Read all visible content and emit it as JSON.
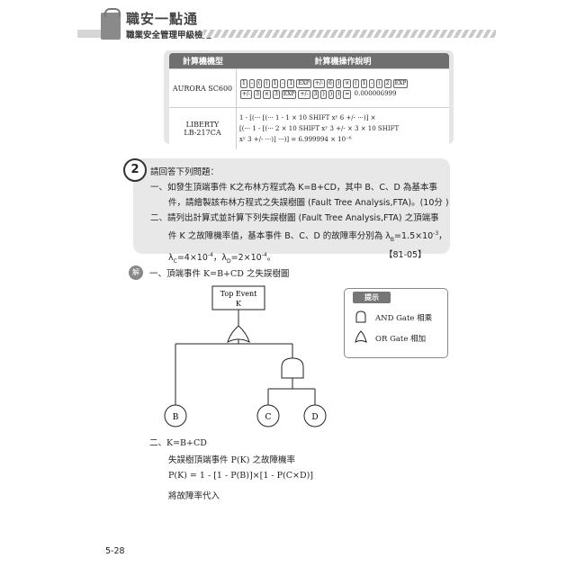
{
  "header": {
    "title": "職安一點通",
    "subtitle": "職業安全管理甲級檢定"
  },
  "calc_table": {
    "headers": [
      "計算機機型",
      "計算機操作說明"
    ],
    "rows": [
      {
        "model": "AURORA SC600",
        "keys_line1": [
          "1",
          "-",
          "(",
          "(",
          "1",
          "-",
          "1",
          "EXP",
          "+/-",
          "6",
          ")",
          "×",
          "(",
          "1",
          "-",
          "(",
          "2",
          "EXP"
        ],
        "keys_line2": [
          "+/-",
          "3",
          "×",
          "3",
          "EXP",
          "+/-",
          "3",
          ")",
          ")",
          ")",
          "="
        ],
        "result": "0.000006999"
      },
      {
        "model_line1": "LIBERTY",
        "model_line2": "LB-217CA",
        "line1": "1 - [(··· [(··· 1 - 1 × 10 SHIFT xʸ 6 +/- ···)] ×",
        "line2": "[(··· 1 - [(··· 2 × 10 SHIFT xʸ 3 +/- × 3 × 10 SHIFT",
        "line3": "xʸ 3 +/- ···)] ···)] =",
        "result": "6.999994 × 10⁻⁶"
      }
    ]
  },
  "question": {
    "number": "2",
    "intro": "請回答下列問題：",
    "q1_line1": "一、如發生頂端事件 K之布林方程式為 K=B+CD，其中 B、C、D 為基本事",
    "q1_line2": "件，請繪製該布林方程式之失誤樹圖 (Fault Tree Analysis,FTA)。(10分 )",
    "q2_line1": "二、請列出計算式並計算下列失誤樹圖 (Fault Tree Analysis,FTA) 之頂端事",
    "q2_line2": "件 K 之故障機率值，基本事件 B、C、D 的故障率分別為 λ",
    "q2_line2_sub": "B",
    "q2_line2_val": "=1.5×10",
    "q2_line2_exp": "-3",
    "q2_line2_end": "，",
    "q2_line3_a": "λ",
    "q2_line3_sub_c": "C",
    "q2_line3_b": "=4×10",
    "q2_line3_exp1": "-4",
    "q2_line3_c": "，λ",
    "q2_line3_sub_d": "D",
    "q2_line3_d": "=2×10",
    "q2_line3_exp2": "-4",
    "q2_line3_e": "。",
    "code": "【81-05】"
  },
  "answer": {
    "icon_label": "解",
    "step1": "一、頂端事件 K=B+CD 之失誤樹圖",
    "top_event_line1": "Top Event",
    "top_event_line2": "K",
    "nodes": [
      "B",
      "C",
      "D"
    ],
    "tip_label": "提示",
    "tip_and": "AND Gate  相乘",
    "tip_or": "OR Gate  相加",
    "step2": "二、K=B+CD",
    "calc_line1": "失誤樹頂端事件 P(K) 之故障機率",
    "calc_line2": "P(K) = 1 - [1 - P(B)]×[1 - P(C×D)]",
    "calc_line3": "將故障率代入"
  },
  "page_number": "5-28"
}
